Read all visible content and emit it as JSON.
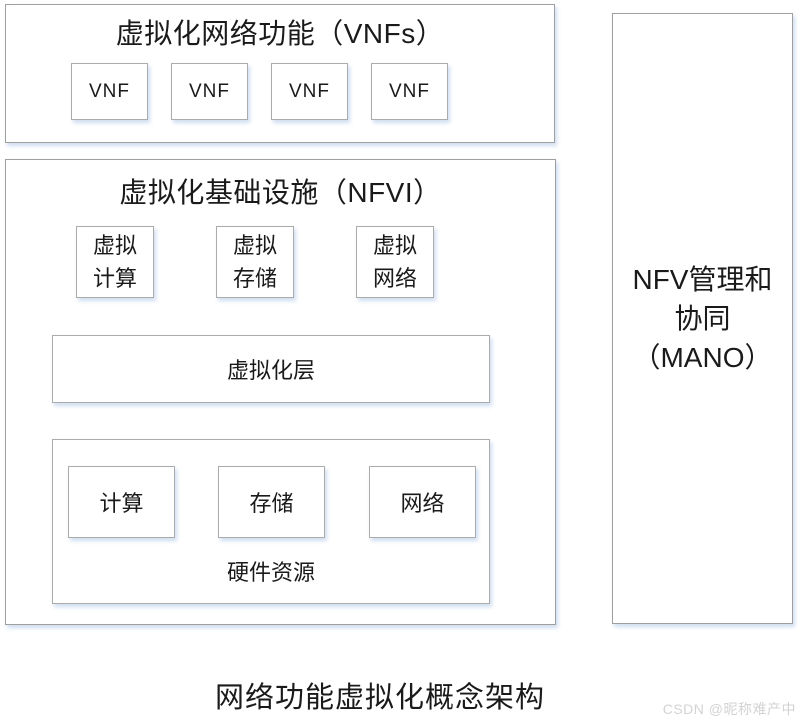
{
  "diagram": {
    "vnfs_section": {
      "title": "虚拟化网络功能（VNFs）",
      "boxes": [
        "VNF",
        "VNF",
        "VNF",
        "VNF"
      ]
    },
    "nfvi_section": {
      "title": "虚拟化基础设施（NFVI）",
      "virtual_boxes": [
        {
          "line1": "虚拟",
          "line2": "计算"
        },
        {
          "line1": "虚拟",
          "line2": "存储"
        },
        {
          "line1": "虚拟",
          "line2": "网络"
        }
      ],
      "virtualization_layer": "虚拟化层",
      "hardware": {
        "boxes": [
          "计算",
          "存储",
          "网络"
        ],
        "label": "硬件资源"
      }
    },
    "mano_section": {
      "lines": [
        "NFV管理和",
        "协同",
        "（MANO）"
      ]
    },
    "caption": "网络功能虚拟化概念架构",
    "watermark": "CSDN @昵称难产中",
    "colors": {
      "border_gray": "#9f9f9f",
      "shadow_blue": "#dce7f5",
      "text": "#1a1a1a",
      "watermark_gray": "#d3d3d3",
      "background": "#ffffff"
    }
  }
}
